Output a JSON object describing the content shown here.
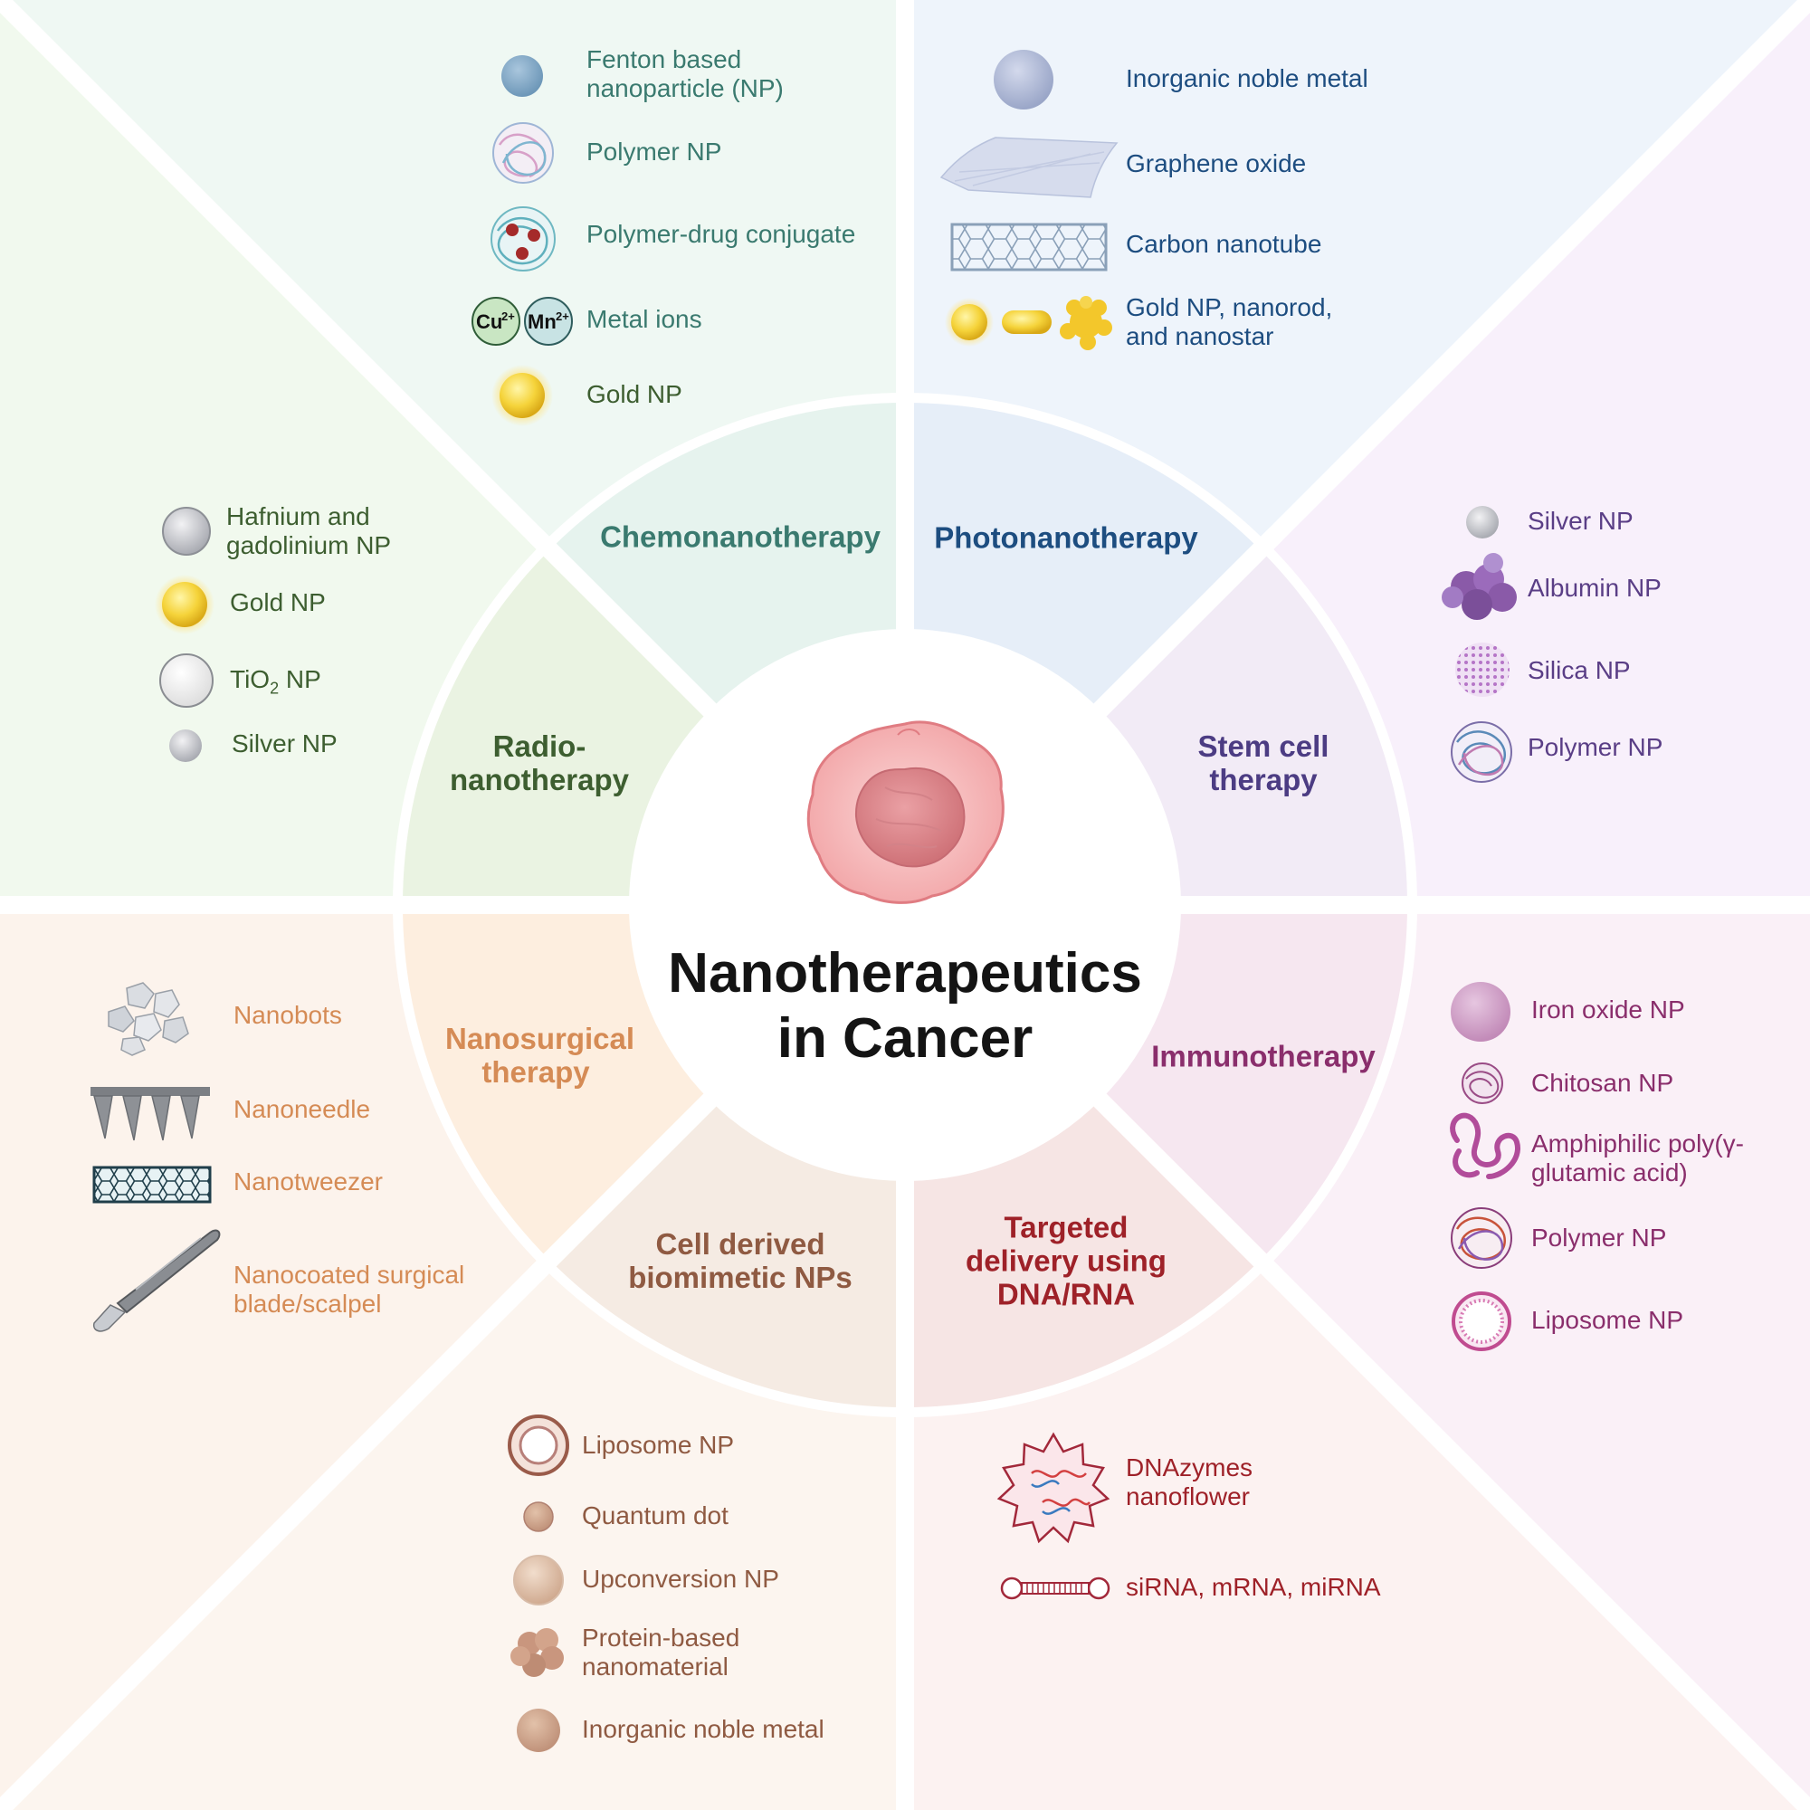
{
  "center": {
    "line1": "Nanotherapeutics",
    "line2": "in Cancer"
  },
  "colors": {
    "chemo": "#3a7a6f",
    "photo": "#1d4d80",
    "stem": "#4c3c83",
    "immuno": "#8a2e6c",
    "dna": "#9e2128",
    "cell": "#8f5a42",
    "surg": "#d58b55",
    "radio": "#3d5e30"
  },
  "segments": {
    "chemo": "Chemonanotherapy",
    "photo": "Photonanotherapy",
    "stem": "Stem cell therapy",
    "immuno": "Immunotherapy",
    "dna": "Targeted delivery using DNA/RNA",
    "cell": "Cell derived biomimetic NPs",
    "surg": "Nanosurgical therapy",
    "radio": "Radio-nanotherapy"
  },
  "chemo_items": [
    "Fenton based nanoparticle (NP)",
    "Polymer NP",
    "Polymer-drug conjugate",
    "Metal ions",
    "Gold NP"
  ],
  "ions": {
    "cu": "Cu",
    "cu_sup": "2+",
    "mn": "Mn",
    "mn_sup": "2+"
  },
  "photo_items": [
    "Inorganic noble metal",
    "Graphene oxide",
    "Carbon nanotube",
    "Gold NP, nanorod, and nanostar"
  ],
  "stem_items": [
    "Silver NP",
    "Albumin NP",
    "Silica NP",
    "Polymer NP"
  ],
  "immuno_items": [
    "Iron oxide NP",
    "Chitosan NP",
    "Amphiphilic poly(γ-glutamic acid)",
    "Polymer NP",
    "Liposome NP"
  ],
  "dna_items": [
    "DNAzymes nanoflower",
    "siRNA, mRNA, miRNA"
  ],
  "cell_items": [
    "Liposome NP",
    "Quantum dot",
    "Upconversion NP",
    "Protein-based nanomaterial",
    "Inorganic noble metal"
  ],
  "surg_items": [
    "Nanobots",
    "Nanoneedle",
    "Nanotweezer",
    "Nanocoated surgical blade/scalpel"
  ],
  "radio_items": {
    "hafnium": "Hafnium and gadolinium NP",
    "gold": "Gold NP",
    "tio_a": "TiO",
    "tio_sub": "2",
    "tio_b": " NP",
    "silver": "Silver NP"
  }
}
